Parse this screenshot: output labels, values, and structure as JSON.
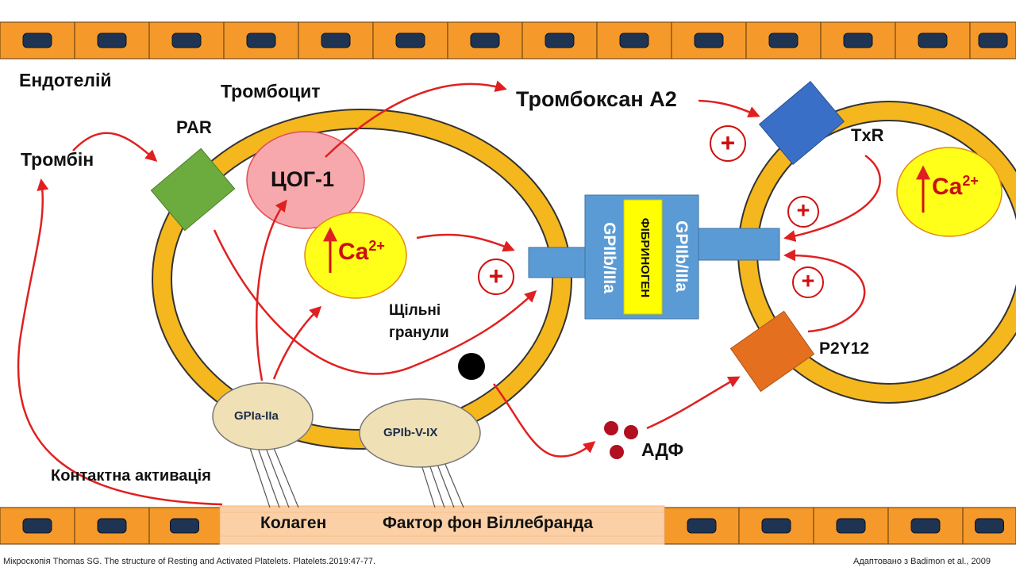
{
  "labels": {
    "endothelium": "Ендотелій",
    "thrombocyte": "Тромбоцит",
    "thromboxane": "Тромбоксан А2",
    "thrombin": "Тромбін",
    "par": "PAR",
    "cox1": "ЦОГ-1",
    "calcium_base": "Ca",
    "calcium_sup": "2+",
    "dense_granules": "Щільні\nгранули",
    "gpia_iia": "GPIa-IIa",
    "gpib_v_ix": "GPIb-V-IX",
    "contact_activation": "Контактна активація",
    "collagen": "Колаген",
    "von_willebrand": "Фактор фон Віллебранда",
    "adp": "АДФ",
    "txr": "TxR",
    "p2y12": "P2Y12",
    "gpiib_iiia": "GPIIb/IIIa",
    "fibrinogen": "ФІБРИНОГЕН",
    "plus": "+"
  },
  "footer": {
    "left": "Мікроскопія Thomas SG. The structure of Resting and Activated Platelets. Platelets.2019:47-77.",
    "right": "Адаптовано з Badimon et al., 2009"
  },
  "colors": {
    "arrow": "#e02020",
    "platelet_ring": "#f5b71e",
    "endothelium_cell": "#f59a2a",
    "par": "#6cab3e",
    "txr": "#3a6fc8",
    "p2y12": "#e46f1e",
    "calcium": "#ffff1a",
    "cox": "#f7a8ac",
    "receptor_bar": "#5b9bd5",
    "fibrinogen": "#ffff00",
    "adp": "#b01020"
  }
}
